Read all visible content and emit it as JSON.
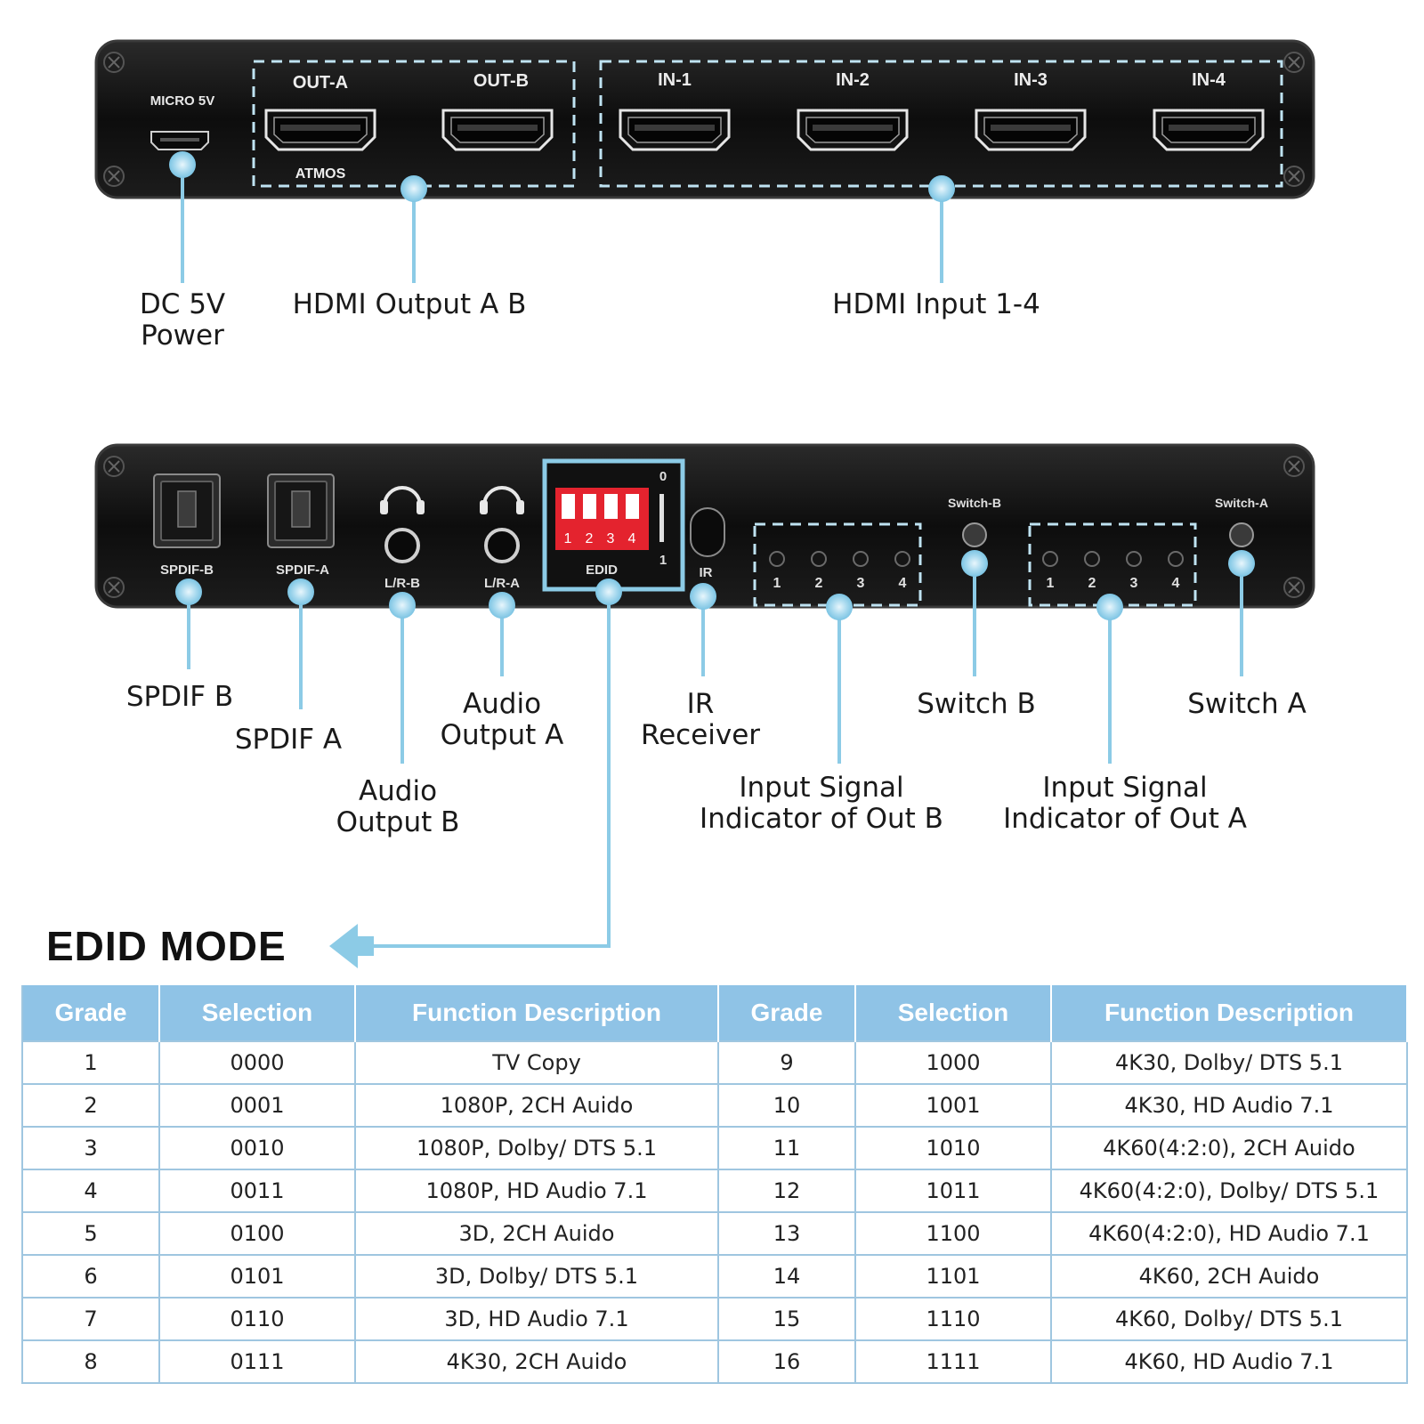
{
  "top_panel": {
    "micro_label": "MICRO 5V",
    "out_a": "OUT-A",
    "out_b": "OUT-B",
    "atmos": "ATMOS",
    "inputs": [
      "IN-1",
      "IN-2",
      "IN-3",
      "IN-4"
    ]
  },
  "top_callouts": {
    "dc_power": "DC 5V\nPower",
    "hdmi_output": "HDMI Output A B",
    "hdmi_input": "HDMI Input 1-4"
  },
  "bottom_panel": {
    "spdif_b": "SPDIF-B",
    "spdif_a": "SPDIF-A",
    "lr_b": "L/R-B",
    "lr_a": "L/R-A",
    "dip_numbers": [
      "1",
      "2",
      "3",
      "4"
    ],
    "dip_on": "0",
    "dip_off": "1",
    "edid": "EDID",
    "ir": "IR",
    "switch_b": "Switch-B",
    "switch_a": "Switch-A",
    "led_numbers": [
      "1",
      "2",
      "3",
      "4"
    ]
  },
  "bottom_callouts": {
    "spdif_b": "SPDIF B",
    "spdif_a": "SPDIF A",
    "audio_out_a": "Audio\nOutput A",
    "ir_receiver": "IR\nReceiver",
    "switch_b": "Switch B",
    "switch_a": "Switch A",
    "audio_out_b": "Audio\nOutput B",
    "indicator_b": "Input Signal\nIndicator of Out B",
    "indicator_a": "Input Signal\nIndicator of Out A"
  },
  "edid": {
    "title": "EDID MODE",
    "headers": [
      "Grade",
      "Selection",
      "Function Description",
      "Grade",
      "Selection",
      "Function Description"
    ],
    "rows": [
      [
        "1",
        "0000",
        "TV Copy",
        "9",
        "1000",
        "4K30, Dolby/ DTS 5.1"
      ],
      [
        "2",
        "0001",
        "1080P, 2CH Auido",
        "10",
        "1001",
        "4K30, HD Audio 7.1"
      ],
      [
        "3",
        "0010",
        "1080P, Dolby/ DTS 5.1",
        "11",
        "1010",
        "4K60(4:2:0), 2CH Auido"
      ],
      [
        "4",
        "0011",
        "1080P, HD Audio 7.1",
        "12",
        "1011",
        "4K60(4:2:0), Dolby/ DTS 5.1"
      ],
      [
        "5",
        "0100",
        "3D, 2CH Auido",
        "13",
        "1100",
        "4K60(4:2:0), HD Audio 7.1"
      ],
      [
        "6",
        "0101",
        "3D, Dolby/ DTS 5.1",
        "14",
        "1101",
        "4K60, 2CH Auido"
      ],
      [
        "7",
        "0110",
        "3D, HD Audio 7.1",
        "15",
        "1110",
        "4K60, Dolby/ DTS 5.1"
      ],
      [
        "8",
        "0111",
        "4K30, 2CH Auido",
        "16",
        "1111",
        "4K60, HD Audio 7.1"
      ]
    ]
  }
}
